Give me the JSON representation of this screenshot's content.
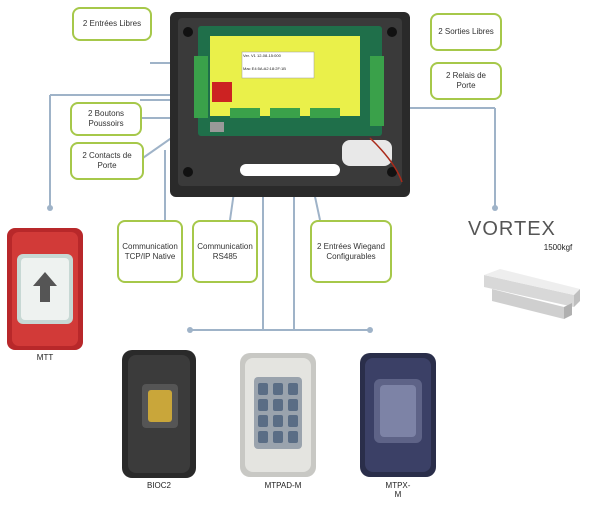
{
  "callouts": {
    "entrees_libres": "2 Entrées Libres",
    "boutons_poussoirs": "2 Boutons Poussoirs",
    "contacts_porte": "2 Contacts de Porte",
    "communication_tcpip": "Communication TCP/IP Native",
    "communication_rs485": "Communication RS485",
    "entrees_wiegand": "2 Entrées Wiegand Configurables",
    "sorties_libres": "2 Sorties Libres",
    "relais_porte": "2 Relais de Porte"
  },
  "board": {
    "lcd_line1": "Ver. V1   12-08-15:000",
    "lcd_line2": "Mac   E4:5A:A2:18:2F:1B"
  },
  "products": {
    "mtt": "MTT",
    "bioc2": "BIOC2",
    "mtpad": "MTPAD-M",
    "mtpx": "MTPX-\nM",
    "vortex_logo": "VORTEX",
    "vortex_force": "1500kgf"
  },
  "colors": {
    "callout_border": "#a6c84a",
    "connector_line": "#9fb3c8",
    "board_yellow": "#eaf04a",
    "terminal_green": "#3aa14a"
  }
}
